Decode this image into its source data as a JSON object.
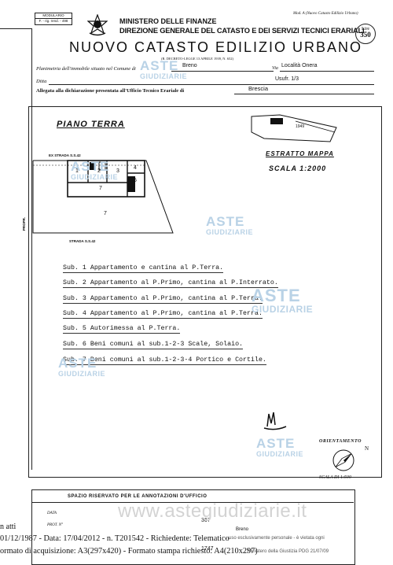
{
  "header": {
    "form_label": "MODULARIO",
    "form_code": "F. - rig. rend. - 498",
    "ministry": "MINISTERO DELLE FINANZE",
    "direction": "DIREZIONE GENERALE DEL CATASTO E DEI SERVIZI TECNICI ERARIALI",
    "title": "NUOVO CATASTO EDILIZIO URBANO",
    "model_note": "Mod. A (Nuovo Catasto Edilizio Urbano)",
    "price_label": "Lire",
    "price_value": "350",
    "law_note": "(R. DECRETO-LEGGE 13 APRILE 1939, N. 652)"
  },
  "fields": {
    "plan_label": "Planimetria dell'immobile situato nel Comune di",
    "comune_value": "Breno",
    "via_label": "Via",
    "via_value": "Località Onera",
    "ditta_label": "Ditta",
    "usufr_value": "Usufr. 1/3",
    "allegata_label": "Allegata alla dichiarazione presentata all'Ufficio Tecnico Erariale di",
    "ufficio_value": "Brescia"
  },
  "plan": {
    "floor_title": "PIANO TERRA",
    "estratto": "ESTRATTO MAPPA",
    "scala_main": "SCALA 1:2000",
    "road_top": "EX STRADA S.S.42",
    "road_bottom": "STRADA S.S.42",
    "road_side": "PROPR.",
    "map_parcel": "1949",
    "room_labels": [
      "1",
      "2",
      "3",
      "4",
      "5",
      "7",
      "7"
    ]
  },
  "subalterni": [
    "Sub. 1  Appartamento e cantina al P.Terra.",
    "Sub. 2  Appartamento al P.Primo, cantina al P.Interrato.",
    "Sub. 3  Appartamento al P.Primo, cantina al P.Terra.",
    "Sub. 4  Appartamento al P.Primo, cantina al P.Terra.",
    "Sub. 5  Autorimessa al P.Terra.",
    "Sub. 6  Beni comuni al sub.1-2-3  Scale, Solaio.",
    "Sub. 7  Beni comuni al sub.1-2-3-4  Portico e Cortile."
  ],
  "orientation": {
    "label": "ORIENTAMENTO",
    "north": "N",
    "scale": "SCALA DI 1:500"
  },
  "office_box": {
    "title": "SPAZIO RISERVATO PER LE ANNOTAZIONI D'UFFICIO",
    "data_label": "DATA",
    "prot_label": "PROT. N°",
    "number_1": "367",
    "number_2": "Breno",
    "number_3": "1747"
  },
  "watermarks": {
    "aste": "ASTE",
    "giudiziarie": "GIUDIZIARIE",
    "website": "www.astegiudiziarie.it"
  },
  "footer": {
    "line_1": "n atti",
    "line_2": "01/12/1987 - Data: 17/04/2012 - n. T201542 - Richiedente: Telematico",
    "line_3": "ormato di acquisizione: A3(297x420) - Formato stampa richiesto: A4(210x297)",
    "overlay_1": "...uso esclusivamente personale - è vietata ogni",
    "overlay_2": "...Ministero della Giustizia PDG 21/07/09"
  }
}
